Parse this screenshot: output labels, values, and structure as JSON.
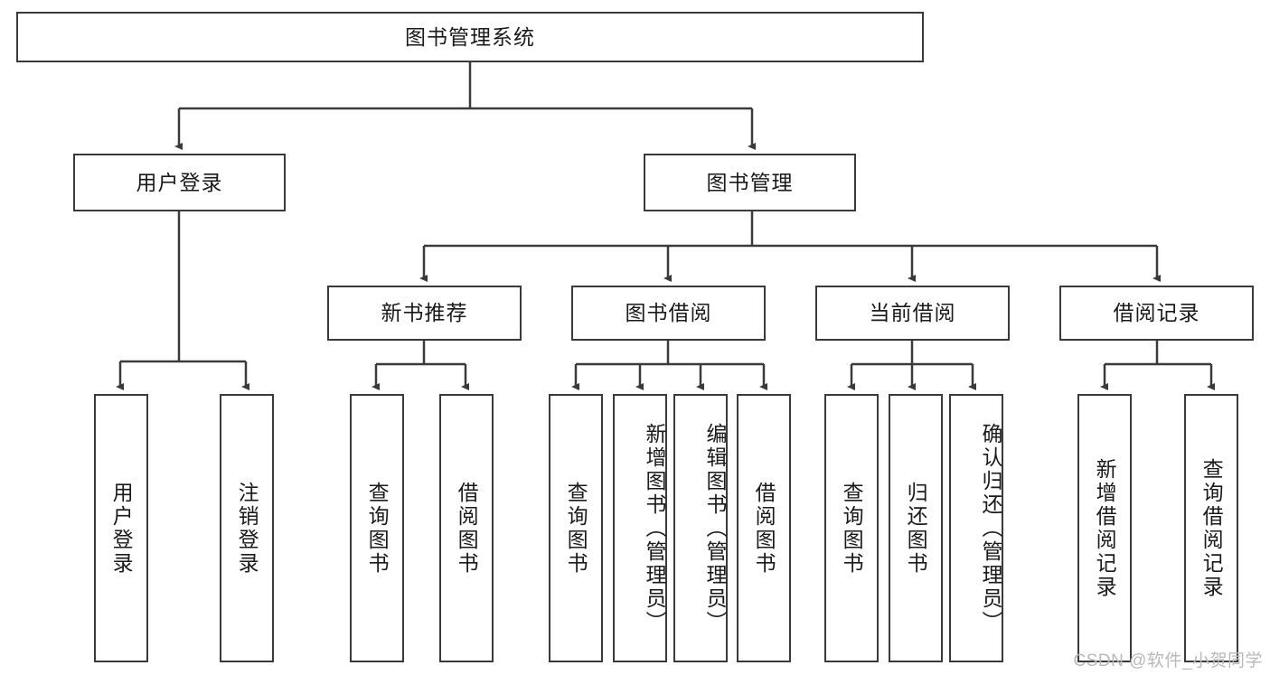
{
  "diagram": {
    "type": "hierarchy-tree",
    "title": "图书管理系统",
    "root": {
      "label": "图书管理系统"
    },
    "level2": [
      {
        "label": "用户登录"
      },
      {
        "label": "图书管理"
      }
    ],
    "level3": [
      {
        "label": "新书推荐"
      },
      {
        "label": "图书借阅"
      },
      {
        "label": "当前借阅"
      },
      {
        "label": "借阅记录"
      }
    ],
    "leaves": {
      "user_login": [
        {
          "label": "用户登录"
        },
        {
          "label": "注销登录"
        }
      ],
      "new_book_recommend": [
        {
          "label": "查询图书"
        },
        {
          "label": "借阅图书"
        }
      ],
      "book_borrow": [
        {
          "label": "查询图书"
        },
        {
          "label": "新增图书（管理员）"
        },
        {
          "label": "编辑图书（管理员）"
        },
        {
          "label": "借阅图书"
        }
      ],
      "current_borrow": [
        {
          "label": "查询图书"
        },
        {
          "label": "归还图书"
        },
        {
          "label": "确认归还（管理员）"
        }
      ],
      "borrow_records": [
        {
          "label": "新增借阅记录"
        },
        {
          "label": "查询借阅记录"
        }
      ]
    }
  },
  "watermark": {
    "text": "CSDN @软件_小贺同学"
  },
  "colors": {
    "stroke": "#3a3a3a",
    "background": "#ffffff",
    "text": "#1a1a1a",
    "watermark": "#b9b9b9"
  }
}
